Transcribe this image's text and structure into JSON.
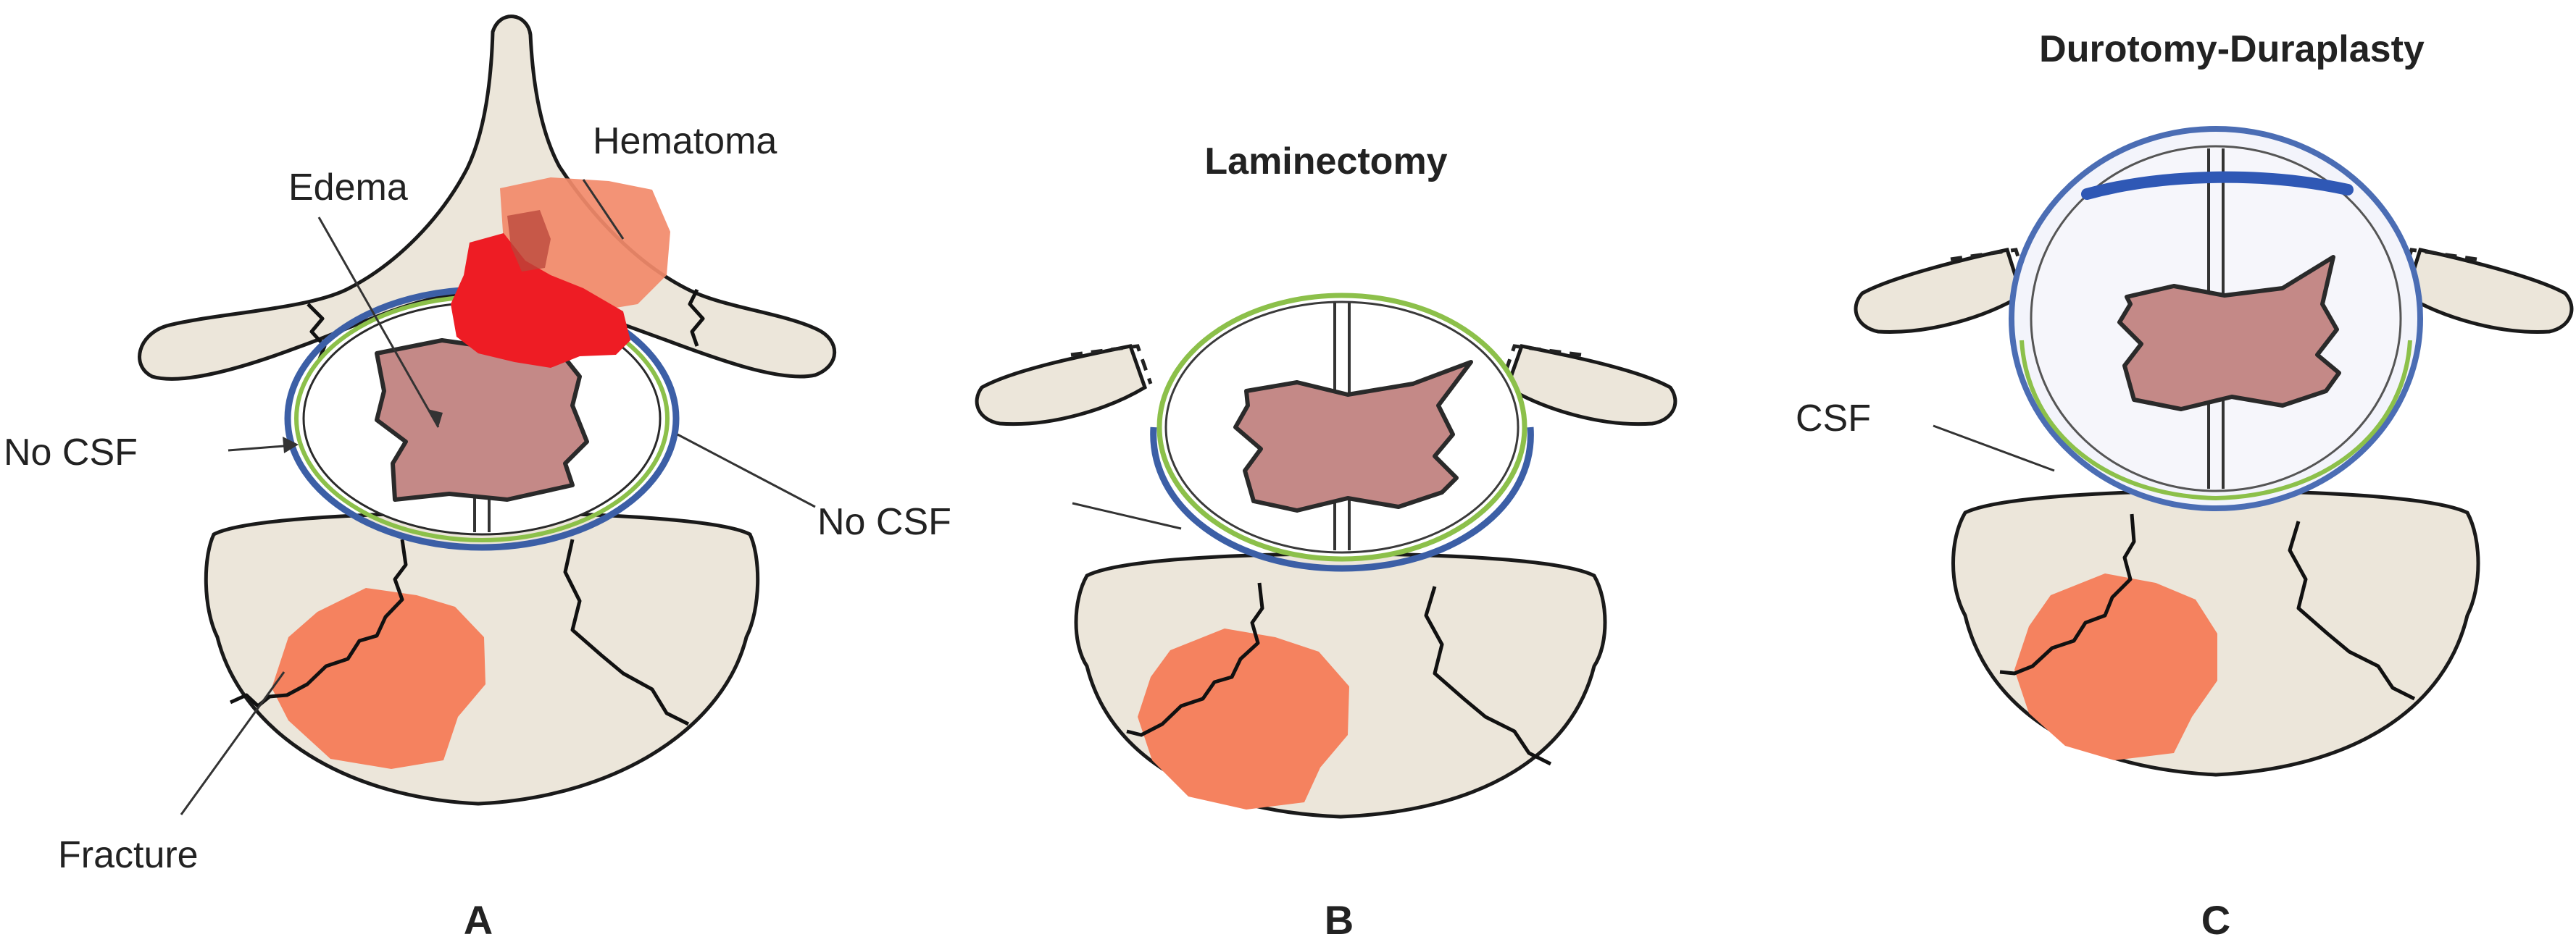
{
  "panels": [
    {
      "id": "A",
      "title": "",
      "labels": {
        "edema": "Edema",
        "hematoma": "Hematoma",
        "no_csf_left": "No CSF",
        "no_csf_right": "No CSF",
        "fracture": "Fracture"
      }
    },
    {
      "id": "B",
      "title": "Laminectomy"
    },
    {
      "id": "C",
      "title": "Durotomy-Duraplasty",
      "labels": {
        "csf": "CSF"
      }
    }
  ],
  "colors": {
    "bone": "#ece6da",
    "cord_edema": "#c48987",
    "hematoma_dark": "#ee1c24",
    "hematoma_light": "#f28a6a",
    "fracture_bruise": "#f5825f",
    "dura_blue": "#3c5fa6",
    "dura_green": "#8cc04a",
    "duraplasty_patch": "#2f58b5"
  }
}
